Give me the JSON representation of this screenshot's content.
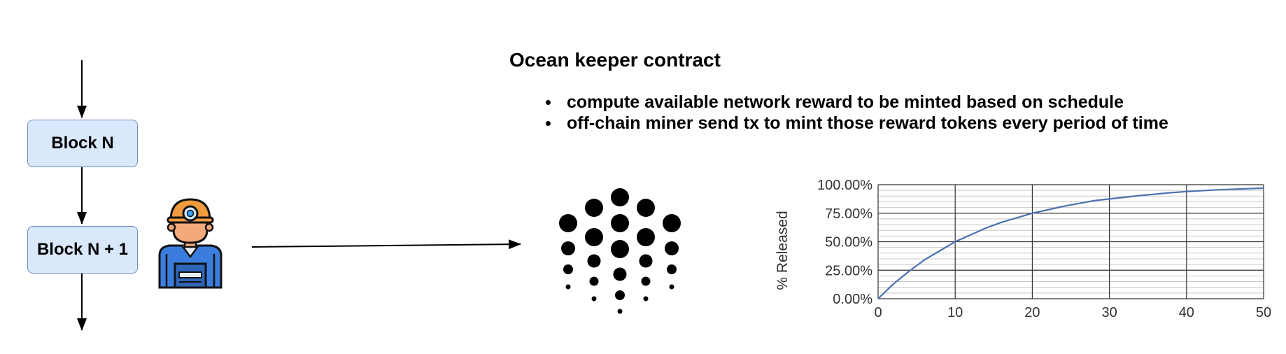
{
  "blocks": [
    "Block N",
    "Block N + 1"
  ],
  "contract": {
    "title": "Ocean keeper contract",
    "bullets": [
      "compute available network reward to be minted based on schedule",
      "off-chain miner send tx to mint those reward tokens every period of time"
    ]
  },
  "icons": {
    "miner": "miner-icon",
    "ocean_logo": "ocean-protocol-logo"
  },
  "colors": {
    "block_fill": "#dae8fc",
    "block_border": "#6c8ebf",
    "curve": "#4a72b0"
  },
  "chart_data": {
    "type": "line",
    "title": "",
    "xlabel": "",
    "ylabel": "% Released",
    "xlim": [
      0,
      50
    ],
    "ylim": [
      0,
      100
    ],
    "x_ticks": [
      "0",
      "10",
      "20",
      "30",
      "40",
      "50"
    ],
    "y_ticks": [
      "0.00%",
      "25.00%",
      "50.00%",
      "75.00%",
      "100.00%"
    ],
    "grid": true,
    "series": [
      {
        "x": [
          0,
          2,
          4,
          6,
          8,
          10,
          12,
          14,
          16,
          18,
          20,
          24,
          28,
          30,
          34,
          38,
          40,
          44,
          48,
          50
        ],
        "y": [
          0,
          13,
          24,
          34,
          42,
          50,
          56,
          62,
          67,
          71,
          75,
          81,
          86,
          87.5,
          90.5,
          93,
          94,
          95.5,
          96.5,
          97
        ]
      }
    ]
  }
}
